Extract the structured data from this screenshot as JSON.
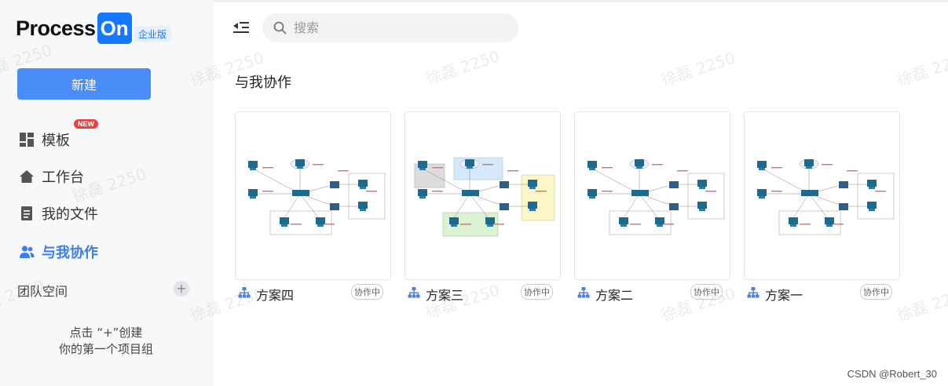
{
  "brand": {
    "logo_process": "Process",
    "logo_on": "On",
    "edition": "企业版"
  },
  "sidebar": {
    "new_button": "新建",
    "items": [
      {
        "label": "模板",
        "icon": "template-grid-icon",
        "badge": "NEW"
      },
      {
        "label": "工作台",
        "icon": "home-icon"
      },
      {
        "label": "我的文件",
        "icon": "file-icon"
      },
      {
        "label": "与我协作",
        "icon": "users-icon",
        "active": true
      }
    ],
    "team_label": "团队空间",
    "team_add": "+",
    "hint_line1": "点击 “+”创建",
    "hint_line2": "你的第一个项目组"
  },
  "header": {
    "search_placeholder": "搜索"
  },
  "main": {
    "section_title": "与我协作",
    "cards": [
      {
        "name": "方案四",
        "badge": "协作中",
        "icon": "org-chart-icon"
      },
      {
        "name": "方案三",
        "badge": "协作中",
        "icon": "org-chart-icon"
      },
      {
        "name": "方案二",
        "badge": "协作中",
        "icon": "org-chart-icon"
      },
      {
        "name": "方案一",
        "badge": "协作中",
        "icon": "org-chart-icon"
      }
    ]
  },
  "watermark_text": "徐磊 2250",
  "footer_credit": "CSDN @Robert_30",
  "colors": {
    "accent": "#4a8df8",
    "active": "#3a7cf2",
    "logo_on_bg": "#1677ff",
    "new_tag": "#f23c3c"
  }
}
